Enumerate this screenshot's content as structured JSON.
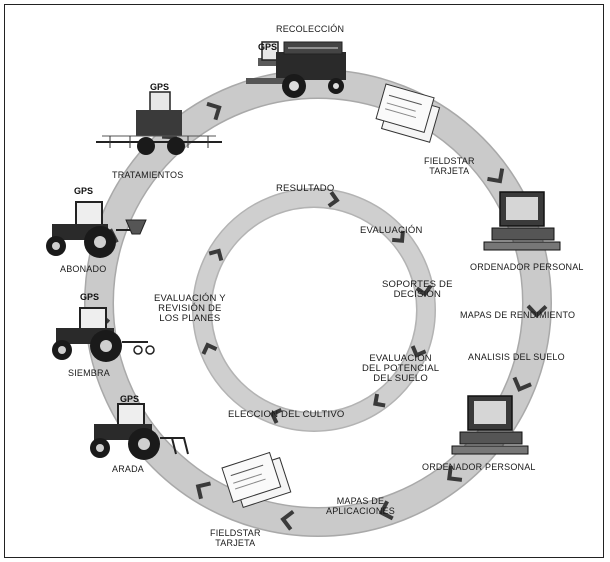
{
  "outer_cycle": {
    "recoleccion": "RECOLECCIÓN",
    "fieldstar_tarjeta_top": [
      "FIELDSTAR",
      "TARJETA"
    ],
    "ordenador_personal_top": "ORDENADOR PERSONAL",
    "mapas_rendimiento": "MAPAS DE RENDIMIENTO",
    "analisis_suelo": "ANALISIS DEL SUELO",
    "ordenador_personal_bottom": "ORDENADOR PERSONAL",
    "mapas_aplicaciones": [
      "MAPAS DE",
      "APLICACIONES"
    ],
    "fieldstar_tarjeta_bottom": [
      "FIELDSTAR",
      "TARJETA"
    ],
    "arada": "ARADA",
    "siembra": "SIEMBRA",
    "abonado": "ABONADO",
    "tratamientos": "TRATAMIENTOS"
  },
  "inner_cycle": {
    "resultado": "RESULTADO",
    "evaluacion": "EVALUACIÓN",
    "soportes_decision": [
      "SOPORTES DE",
      "DECISION"
    ],
    "evaluacion_potencial": [
      "EVALUACION",
      "DEL POTENCIAL",
      "DEL SUELO"
    ],
    "eleccion_cultivo": "ELECCION DEL CULTIVO",
    "evaluacion_revision": [
      "EVALUACIÓN Y",
      "REVISIÓN DE",
      "LOS PLANES"
    ]
  },
  "gps_label": "GPS",
  "colors": {
    "ring": "#c9c9c9",
    "ring_edge": "#a9a9a9",
    "arrow": "#3a3a3a",
    "machine": "#2a2a2a"
  },
  "icons": [
    "combine-harvester-icon",
    "fieldstar-card-icon",
    "personal-computer-icon",
    "tractor-icon",
    "sprayer-icon"
  ]
}
